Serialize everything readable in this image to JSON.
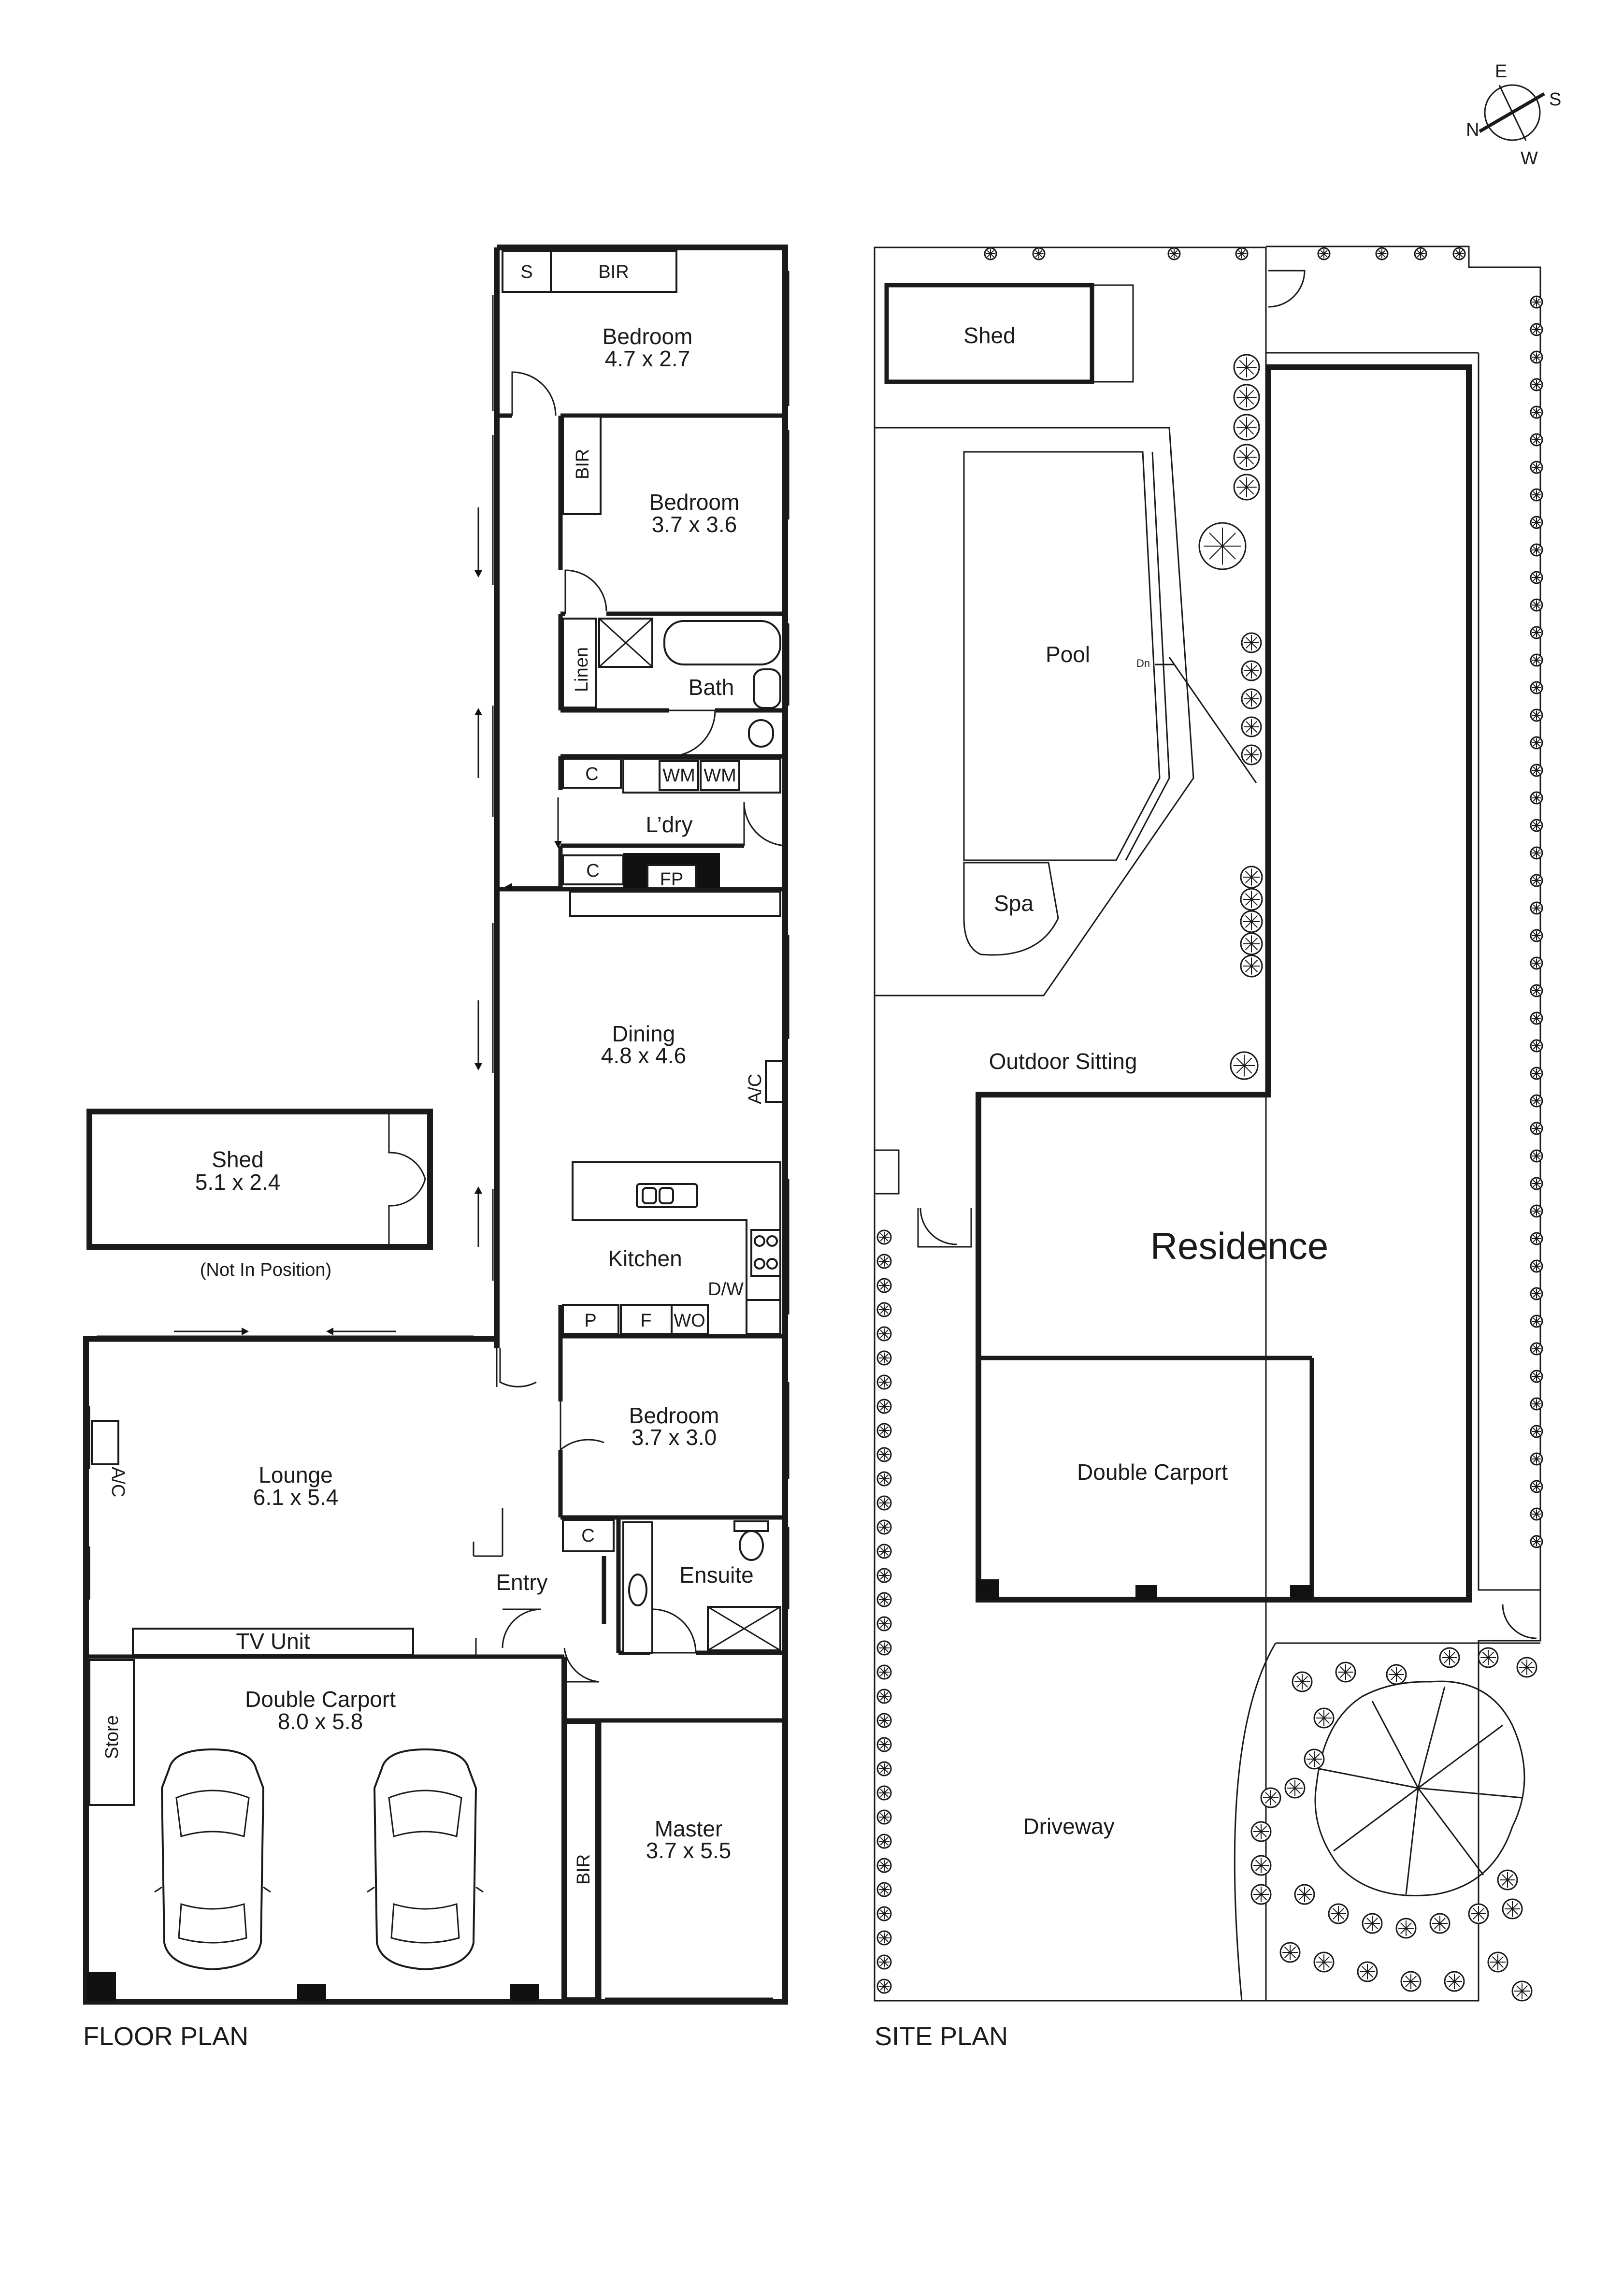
{
  "compass": {
    "n": "N",
    "e": "E",
    "s": "S",
    "w": "W"
  },
  "floor_plan": {
    "caption": "FLOOR PLAN",
    "rooms": {
      "bedroom_top": {
        "name": "Bedroom",
        "dims": "4.7 x 2.7"
      },
      "bedroom_2": {
        "name": "Bedroom",
        "dims": "3.7 x 3.6"
      },
      "bath": {
        "name": "Bath"
      },
      "laundry": {
        "name": "L’dry"
      },
      "dining": {
        "name": "Dining",
        "dims": "4.8 x 4.6"
      },
      "kitchen": {
        "name": "Kitchen"
      },
      "bedroom_3": {
        "name": "Bedroom",
        "dims": "3.7 x 3.0"
      },
      "lounge": {
        "name": "Lounge",
        "dims": "6.1 x 5.4"
      },
      "entry": {
        "name": "Entry"
      },
      "ensuite": {
        "name": "Ensuite"
      },
      "carport": {
        "name": "Double Carport",
        "dims": "8.0 x 5.8"
      },
      "master": {
        "name": "Master",
        "dims": "3.7 x 5.5"
      },
      "shed": {
        "name": "Shed",
        "dims": "5.1 x 2.4",
        "note": "(Not In Position)"
      }
    },
    "fixtures": {
      "s": "S",
      "bir": "BIR",
      "linen": "Linen",
      "c": "C",
      "wm": "WM",
      "fp": "FP",
      "ac": "A/C",
      "dw": "D/W",
      "p": "P",
      "f": "F",
      "wo": "WO",
      "tv": "TV Unit",
      "store": "Store"
    }
  },
  "site_plan": {
    "caption": "SITE PLAN",
    "labels": {
      "shed": "Shed",
      "pool": "Pool",
      "dn": "Dn",
      "spa": "Spa",
      "outdoor": "Outdoor Sitting",
      "residence": "Residence",
      "carport": "Double Carport",
      "driveway": "Driveway"
    }
  }
}
